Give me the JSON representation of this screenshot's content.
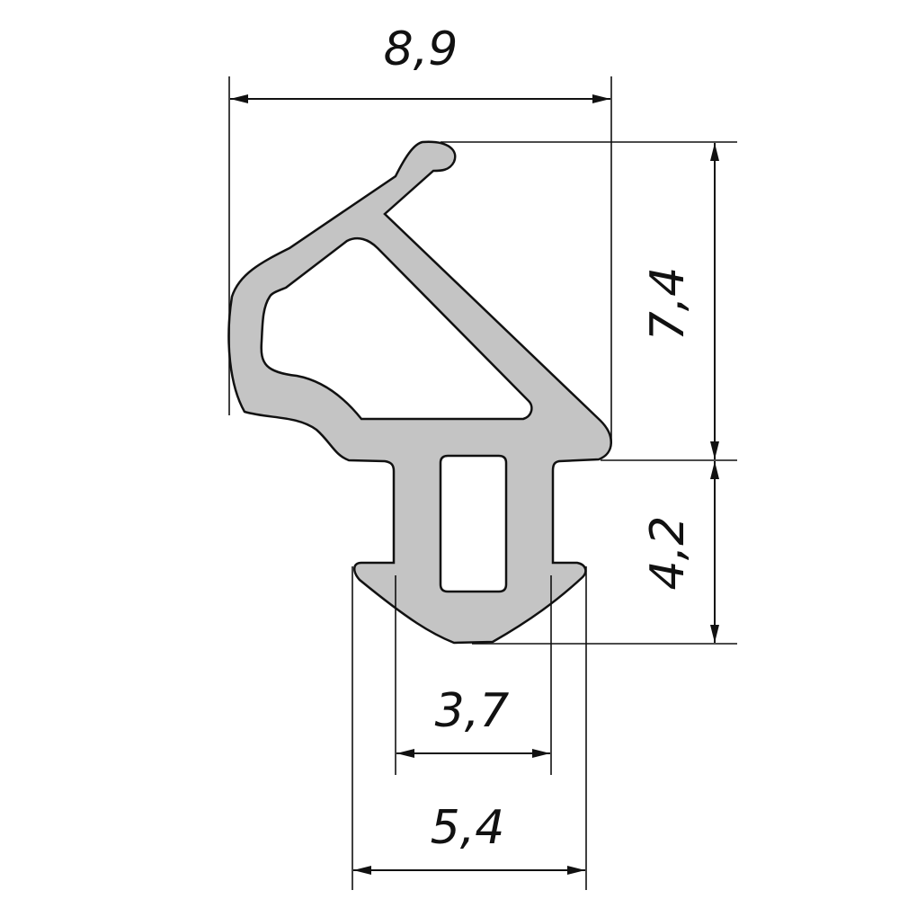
{
  "colors": {
    "profile_fill": "#c4c4c4",
    "outline": "#111111",
    "background": "#ffffff"
  },
  "dimensions": {
    "overall_width": "8,9",
    "upper_height": "7,4",
    "lower_height": "4,2",
    "stem_width": "3,7",
    "flange_width": "5,4"
  }
}
